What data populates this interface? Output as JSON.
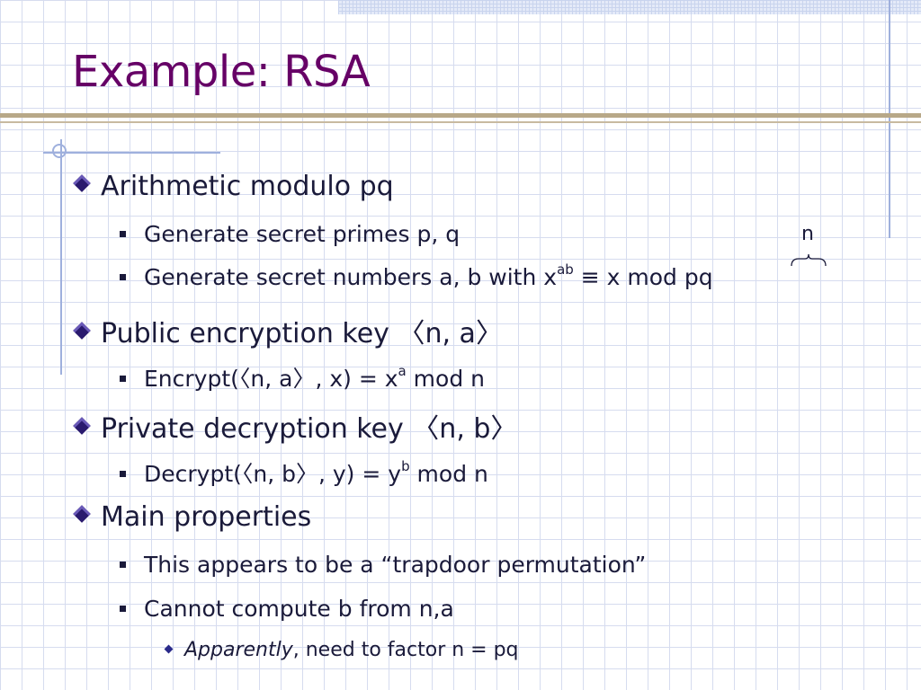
{
  "slide": {
    "title": "Example: RSA",
    "n_annotation": "n",
    "bullets": [
      {
        "text": "Arithmetic modulo pq",
        "sub": [
          {
            "text": "Generate secret primes p, q"
          },
          {
            "pre": "Generate secret numbers a, b with x",
            "sup": "ab",
            "post": " ≡ x mod pq"
          }
        ]
      },
      {
        "text": "Public encryption key 〈n, a〉",
        "sub": [
          {
            "pre": "Encrypt(〈n, a〉, x) = x",
            "sup": "a",
            "post": " mod n"
          }
        ]
      },
      {
        "text": "Private decryption key 〈n, b〉",
        "sub": [
          {
            "pre": "Decrypt(〈n, b〉, y) = y",
            "sup": "b",
            "post": " mod n"
          }
        ]
      },
      {
        "text": "Main properties",
        "sub": [
          {
            "text": "This appears to be a “trapdoor permutation”"
          },
          {
            "text": "Cannot compute b from n,a",
            "sub": [
              {
                "italic": "Apparently",
                "rest": ", need to factor n = pq"
              }
            ]
          }
        ]
      }
    ]
  },
  "colors": {
    "title": "#660066",
    "text": "#1a1a3a",
    "rule": "#b8a888",
    "grid": "#d6dcef",
    "accent_line": "#9fb0dd"
  },
  "icons": {
    "level1": "diamond-bullet-icon",
    "level2": "square-bullet-icon",
    "level3": "small-diamond-bullet-icon"
  }
}
